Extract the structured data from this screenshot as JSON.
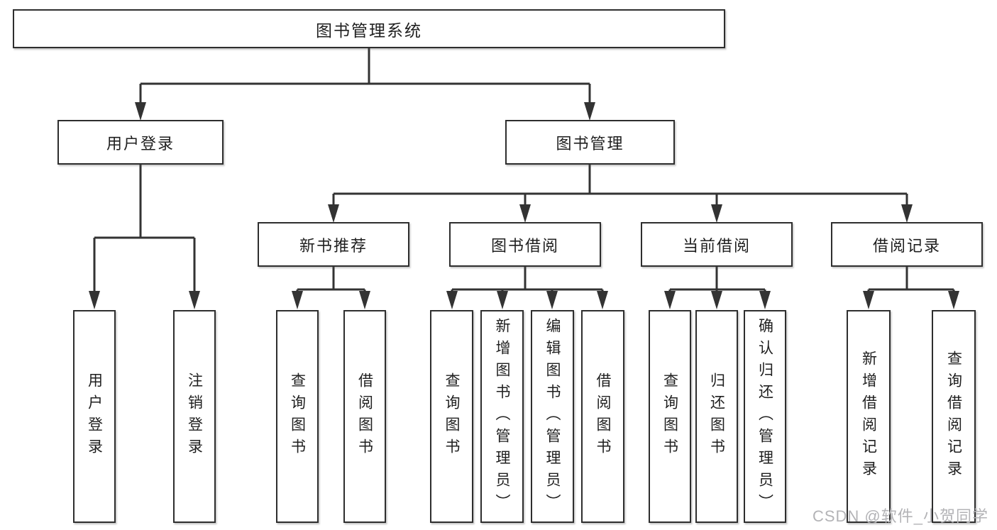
{
  "tree": {
    "label": "图书管理系统",
    "children": [
      {
        "label": "用户登录",
        "children": [
          {
            "label": "用户登录"
          },
          {
            "label": "注销登录"
          }
        ]
      },
      {
        "label": "图书管理",
        "children": [
          {
            "label": "新书推荐",
            "children": [
              {
                "label": "查询图书"
              },
              {
                "label": "借阅图书"
              }
            ]
          },
          {
            "label": "图书借阅",
            "children": [
              {
                "label": "查询图书"
              },
              {
                "label": "新增图书（管理员）"
              },
              {
                "label": "编辑图书（管理员）"
              },
              {
                "label": "借阅图书"
              }
            ]
          },
          {
            "label": "当前借阅",
            "children": [
              {
                "label": "查询图书"
              },
              {
                "label": "归还图书"
              },
              {
                "label": "确认归还（管理员）"
              }
            ]
          },
          {
            "label": "借阅记录",
            "children": [
              {
                "label": "新增借阅记录"
              },
              {
                "label": "查询借阅记录"
              }
            ]
          }
        ]
      }
    ]
  },
  "watermark": {
    "text": "CSDN @软件_小贺同学"
  },
  "colors": {
    "line": "#333333",
    "box_border": "#2e2e2e",
    "text": "#1f1f1f",
    "watermark": "#b3b3b6",
    "background": "#ffffff"
  }
}
